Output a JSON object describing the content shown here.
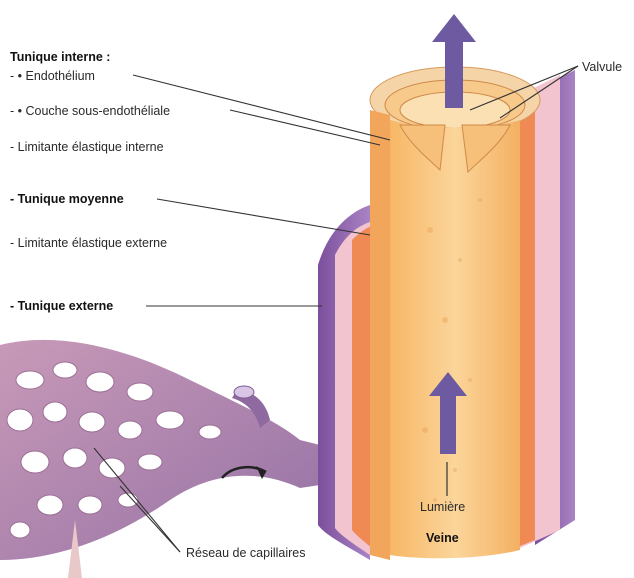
{
  "labels": {
    "tunique_interne": "Tunique interne :",
    "endothelium": "- • Endothélium",
    "sous_endotheliale": "- • Couche sous-endothéliale",
    "limitante_interne": "- Limitante élastique interne",
    "tunique_moyenne": "- Tunique moyenne",
    "limitante_externe": "- Limitante élastique externe",
    "tunique_externe": "- Tunique externe",
    "valvule": "Valvule",
    "lumiere": "Lumière",
    "veine": "Veine",
    "reseau": "Réseau de capillaires"
  },
  "colors": {
    "arrow": "#6e5aa0",
    "lumen": "#f6c27a",
    "media": "#ee7a3e",
    "adventitia": "#8a5aa8",
    "capillaries": "#a6789a"
  }
}
